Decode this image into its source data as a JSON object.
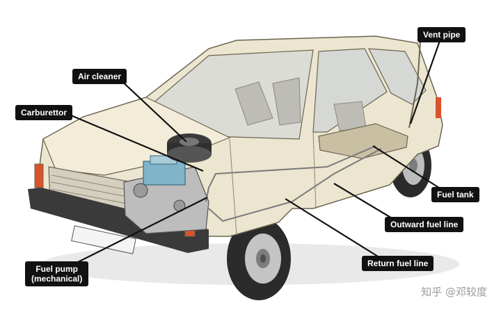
{
  "diagram": {
    "labels": {
      "vent_pipe": "Vent pipe",
      "air_cleaner": "Air cleaner",
      "carburettor": "Carburettor",
      "fuel_tank": "Fuel tank",
      "outward_fuel_line": "Outward fuel line",
      "return_fuel_line": "Return fuel line",
      "fuel_pump": "Fuel pump\n(mechanical)"
    },
    "watermark": "知乎 @邓较度"
  },
  "colors": {
    "label_bg": "#111111",
    "label_text": "#ffffff",
    "car_body": "#ece5cf",
    "car_shadow": "#c9c0a4",
    "tyre": "#2b2b2b",
    "fuel_line": "#7a7a7a"
  }
}
